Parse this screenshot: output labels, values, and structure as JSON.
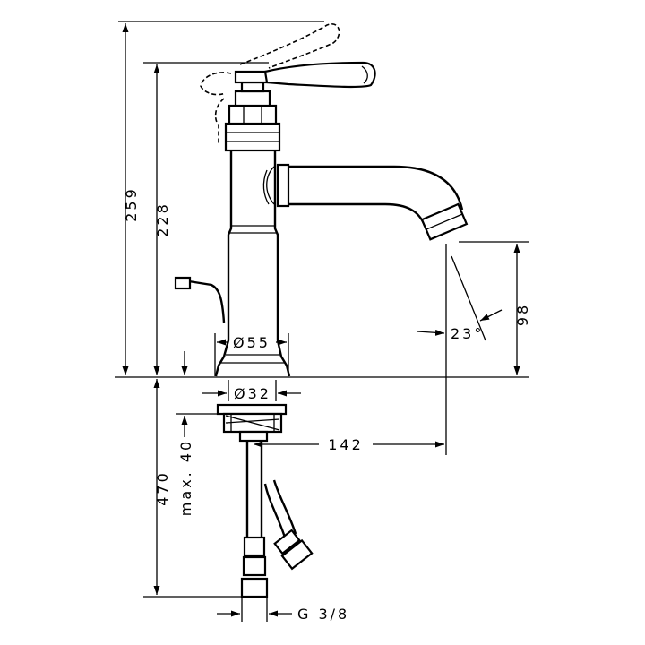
{
  "dimensions": {
    "overall_height": "259",
    "body_height": "228",
    "spout_height": "98",
    "spout_angle": "23°",
    "body_diameter": "Ø55",
    "hole_diameter": "Ø32",
    "spout_reach": "142",
    "hose_length": "470",
    "max_counter": "max. 40",
    "connection_thread": "G 3/8"
  }
}
